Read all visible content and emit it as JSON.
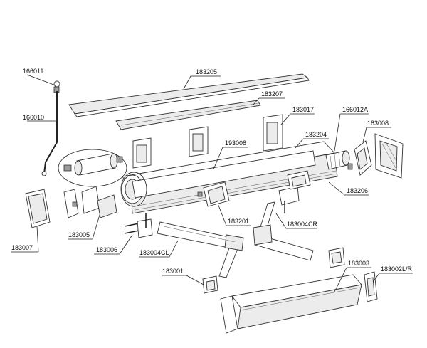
{
  "labels": {
    "l166011": "166011",
    "l166010": "166010",
    "l183205": "183205",
    "l183207": "183207",
    "l183017": "183017",
    "l166012A": "166012A",
    "l183008": "183008",
    "l183204": "183204",
    "l193008": "193008",
    "l183206": "183206",
    "l183201": "183201",
    "l183004CR": "183004CR",
    "l183005": "183005",
    "l183007": "183007",
    "l183006": "183006",
    "l183004CL": "183004CL",
    "l183001": "183001",
    "l183003": "183003",
    "l183002LR": "183002L/R"
  }
}
